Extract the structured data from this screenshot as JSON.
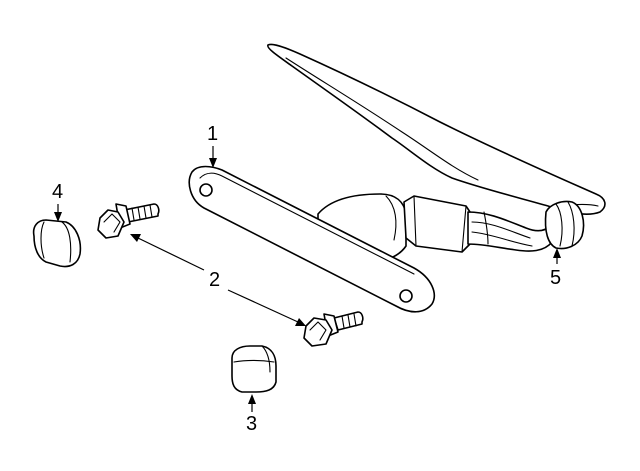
{
  "diagram": {
    "callouts": [
      {
        "number": "1",
        "part": "wiper-arm-bracket"
      },
      {
        "number": "2",
        "part": "bolt"
      },
      {
        "number": "3",
        "part": "cap"
      },
      {
        "number": "4",
        "part": "cap"
      },
      {
        "number": "5",
        "part": "wiper-arm"
      }
    ]
  }
}
